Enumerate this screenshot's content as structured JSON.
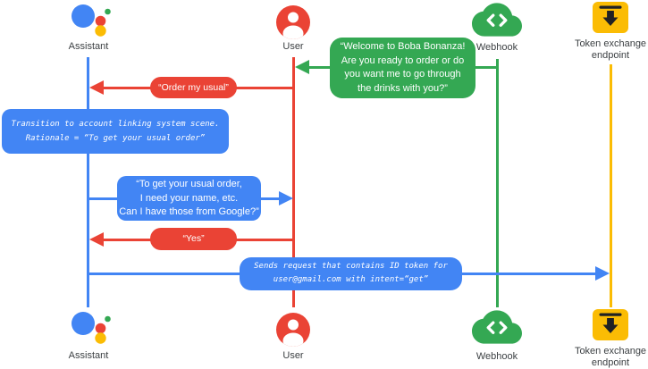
{
  "colors": {
    "assistant_blue": "#4285F4",
    "user_red": "#EA4335",
    "webhook_green": "#34A853",
    "token_yellow": "#FBBC04",
    "icon_dark": "#202124",
    "label_gray": "#3C4043"
  },
  "actors": {
    "assistant": {
      "label": "Assistant",
      "icon": "google-assistant-logo-icon"
    },
    "user": {
      "label": "User",
      "icon": "person-circle-icon"
    },
    "webhook": {
      "label": "Webhook",
      "icon": "cloud-code-icon"
    },
    "token_endpoint": {
      "label": "Token exchange\nendpoint",
      "icon": "download-tray-icon"
    }
  },
  "messages": {
    "welcome": {
      "from": "webhook",
      "to": "user",
      "text": "“Welcome to Boba Bonanza!\nAre you ready to order or do\nyou want me to go through\nthe drinks with you?”"
    },
    "order_usual": {
      "from": "user",
      "to": "assistant",
      "text": "“Order my usual”"
    },
    "transition_note": {
      "actor": "assistant",
      "text": "Transition to account linking system scene.\nRationale = “To get your usual order”"
    },
    "ask_permission": {
      "from": "assistant",
      "to": "user",
      "text": "“To get your usual order,\nI need your name, etc.\nCan I have those from Google?”"
    },
    "yes": {
      "from": "user",
      "to": "assistant",
      "text": "“Yes”"
    },
    "send_token": {
      "from": "assistant",
      "to": "token_endpoint",
      "text": "Sends request that contains ID token for\nuser@gmail.com with intent=“get”"
    }
  }
}
